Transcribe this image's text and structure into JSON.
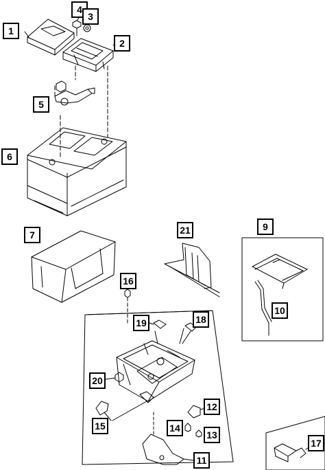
{
  "callouts": {
    "c1": "1",
    "c2": "2",
    "c3": "3",
    "c4": "4",
    "c5": "5",
    "c6": "6",
    "c7": "7",
    "c9": "9",
    "c10": "10",
    "c11": "11",
    "c12": "12",
    "c13": "13",
    "c14": "14",
    "c15": "15",
    "c16": "16",
    "c17": "17",
    "c18": "18",
    "c19": "19",
    "c20": "20",
    "c21": "21"
  }
}
